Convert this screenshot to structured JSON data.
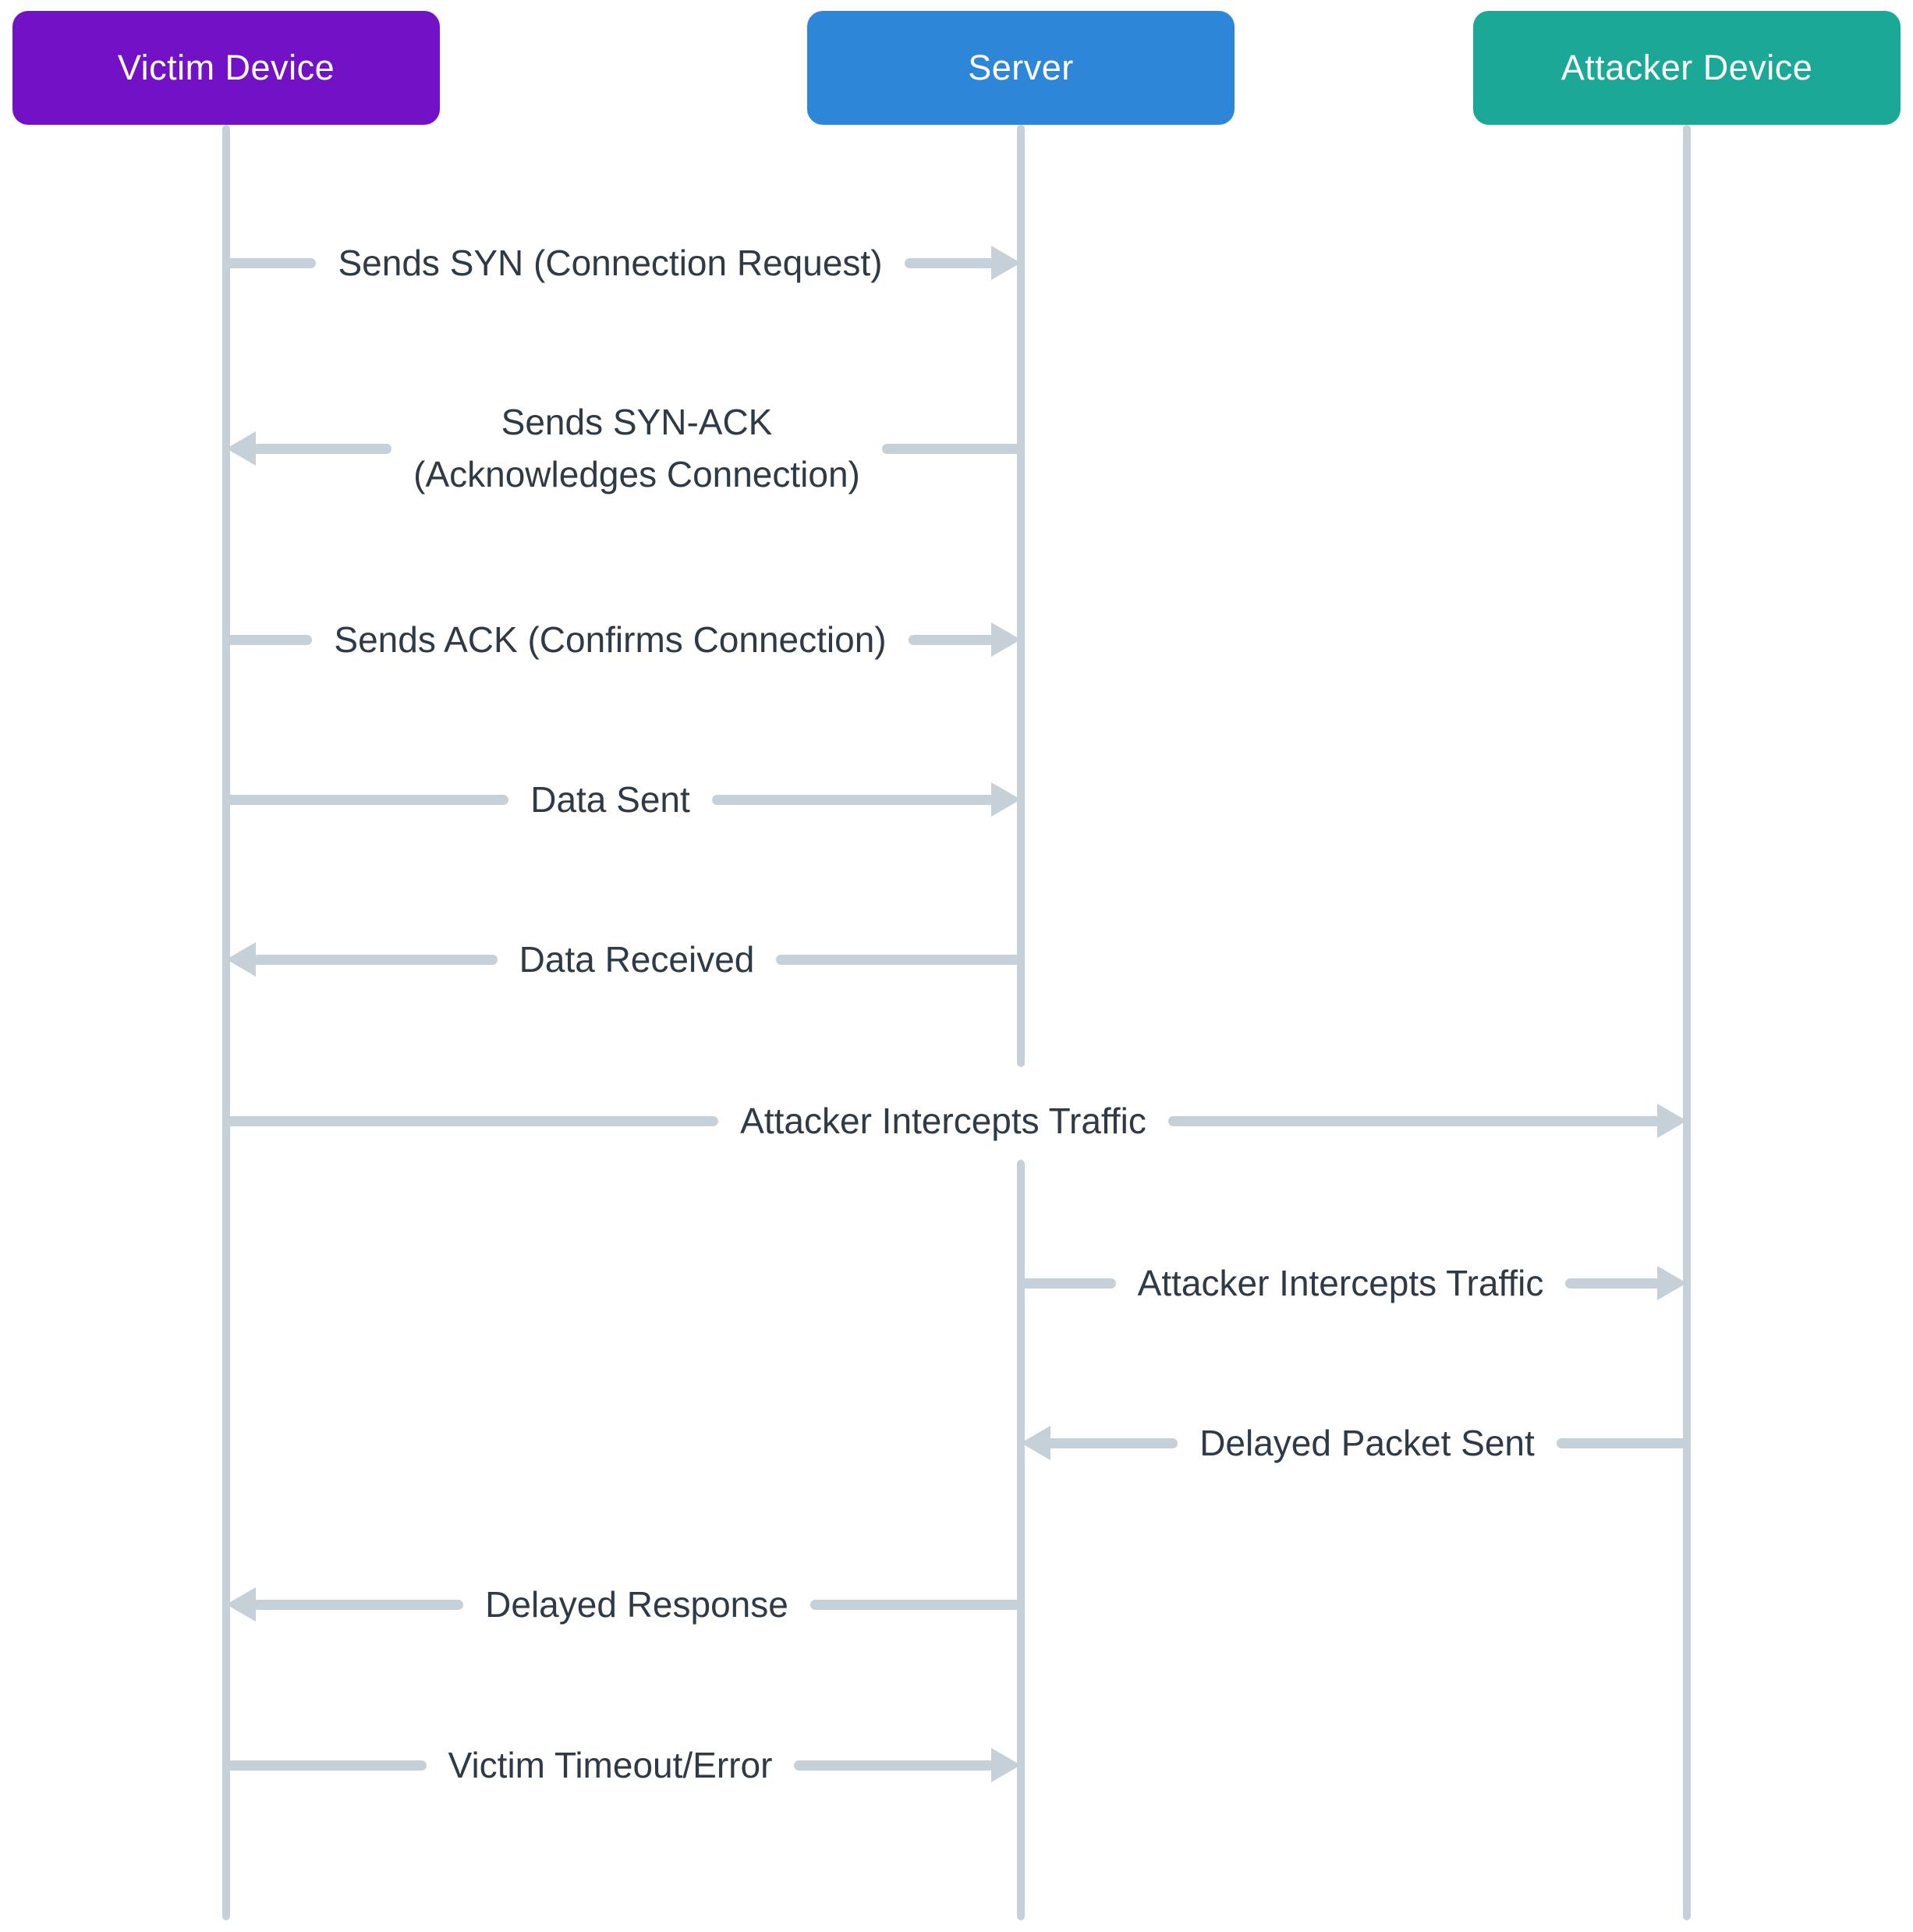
{
  "theme": {
    "line": "#c5d0d8",
    "text": "#2e3a46",
    "background": "#ffffff",
    "actor_text": "#ffffff"
  },
  "diagram": {
    "type": "sequence-diagram",
    "actors": [
      {
        "id": "victim",
        "label": "Victim Device",
        "color": "#7311c6"
      },
      {
        "id": "server",
        "label": "Server",
        "color": "#2e86d8"
      },
      {
        "id": "attacker",
        "label": "Attacker Device",
        "color": "#1ca897"
      }
    ],
    "messages": [
      {
        "from": "victim",
        "to": "server",
        "direction": "right",
        "label": "Sends SYN (Connection Request)"
      },
      {
        "from": "server",
        "to": "victim",
        "direction": "left",
        "label": "Sends SYN-ACK",
        "label2": "(Acknowledges Connection)"
      },
      {
        "from": "victim",
        "to": "server",
        "direction": "right",
        "label": "Sends ACK (Confirms Connection)"
      },
      {
        "from": "victim",
        "to": "server",
        "direction": "right",
        "label": "Data Sent"
      },
      {
        "from": "server",
        "to": "victim",
        "direction": "left",
        "label": "Data Received"
      },
      {
        "from": "victim",
        "to": "attacker",
        "direction": "right",
        "label": "Attacker Intercepts Traffic"
      },
      {
        "from": "server",
        "to": "attacker",
        "direction": "right",
        "label": "Attacker Intercepts Traffic"
      },
      {
        "from": "attacker",
        "to": "server",
        "direction": "left",
        "label": "Delayed Packet Sent"
      },
      {
        "from": "server",
        "to": "victim",
        "direction": "left",
        "label": "Delayed Response"
      },
      {
        "from": "victim",
        "to": "server",
        "direction": "right",
        "label": "Victim Timeout/Error"
      }
    ]
  }
}
